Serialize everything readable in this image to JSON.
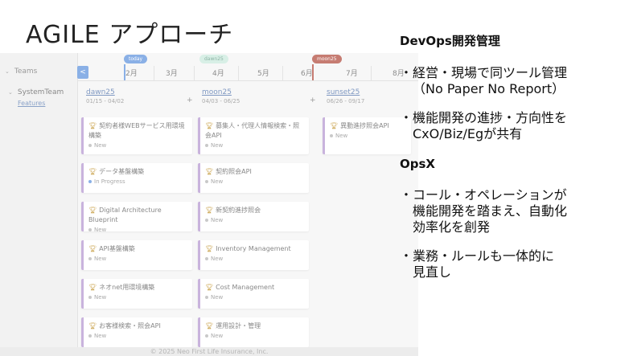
{
  "slide": {
    "title": "AGILE アプローチ",
    "footer": "© 2025 Neo First Life Insurance, Inc."
  },
  "roadmap": {
    "teams_header": "Teams",
    "team": {
      "name": "SystemTeam",
      "link": "Features"
    },
    "nav_prev": "<",
    "months": [
      "2月",
      "3月",
      "4月",
      "5月",
      "6月",
      "7月",
      "8月"
    ],
    "markers": {
      "today": "today",
      "dawn": "dawn25",
      "moon": "moon25"
    },
    "sprints": [
      {
        "name": "dawn25",
        "dates": "01/15 - 04/02"
      },
      {
        "name": "moon25",
        "dates": "04/03 - 06/25"
      },
      {
        "name": "sunset25",
        "dates": "06/26 - 09/17"
      }
    ],
    "plus": "+",
    "columns": [
      [
        {
          "title": "契約者様WEBサービス用環境構築",
          "status": "New"
        },
        {
          "title": "データ基盤構築",
          "status": "In Progress"
        },
        {
          "title": "Digital Architecture Blueprint",
          "status": "New"
        },
        {
          "title": "API基盤構築",
          "status": "New"
        },
        {
          "title": "ネオnet用環境構築",
          "status": "New"
        },
        {
          "title": "お客様検索・照会API",
          "status": "New"
        }
      ],
      [
        {
          "title": "募集人・代理人情報検索・照会API",
          "status": "New"
        },
        {
          "title": "契約照会API",
          "status": "New"
        },
        {
          "title": "新契約進捗照会",
          "status": "New"
        },
        {
          "title": "Inventory Management",
          "status": "New"
        },
        {
          "title": "Cost Management",
          "status": "New"
        },
        {
          "title": "運用設計・管理",
          "status": "New"
        }
      ],
      [
        {
          "title": "異動進捗照会API",
          "status": "New"
        }
      ]
    ]
  },
  "panel": {
    "devops_heading": "DevOps開発管理",
    "devops_b1_l1": "・経営・現場で同ツール管理",
    "devops_b1_l2": "（No Paper No Report）",
    "devops_b2_l1": "・機能開発の進捗・方向性を",
    "devops_b2_l2": "CxO/Biz/Egが共有",
    "opsx_heading": "OpsX",
    "opsx_b1_l1": "・コール・オペレーションが",
    "opsx_b1_l2": "機能開発を踏まえ、自動化",
    "opsx_b1_l3": "効率化を創発",
    "opsx_b2_l1": "・業務・ルールも一体的に",
    "opsx_b2_l2": "見直し"
  }
}
